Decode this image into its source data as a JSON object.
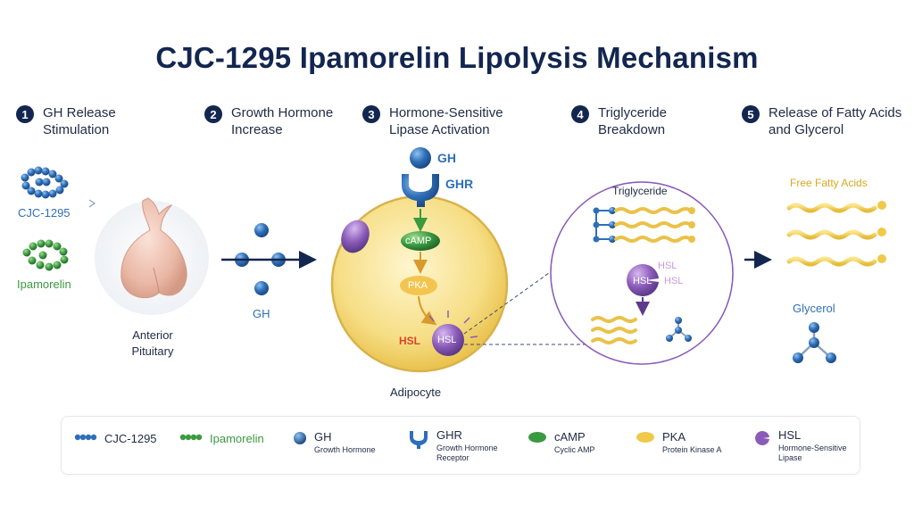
{
  "title": "CJC-1295 Ipamorelin Lipolysis Mechanism",
  "steps": [
    {
      "num": "1",
      "text": "GH Release\nStimulation"
    },
    {
      "num": "2",
      "text": "Growth Hormone\nIncrease"
    },
    {
      "num": "3",
      "text": "Hormone-Sensitive\nLipase Activation"
    },
    {
      "num": "4",
      "text": "Triglyceride\nBreakdown"
    },
    {
      "num": "5",
      "text": "Release of Fatty Acids\nand Glycerol"
    }
  ],
  "labels": {
    "cjc": "CJC-1295",
    "ipamorelin": "Ipamorelin",
    "anterior_pituitary": "Anterior\nPituitary",
    "gh": "GH",
    "gh_top": "GH",
    "ghr": "GHR",
    "camp": "cAMP",
    "pka": "PKA",
    "hsl_cell": "HSL",
    "hsl_outer": "HSL",
    "adipocyte": "Adipocyte",
    "triglyceride": "Triglyceride",
    "hsl_zoom": "HSL",
    "hsl_zoom_a": "HSL",
    "hsl_zoom_b": "HSL",
    "free_fatty_acids": "Free Fatty Acids",
    "glycerol": "Glycerol"
  },
  "legend": [
    {
      "icon": "cjc-chain-icon",
      "name": "CJC-1295",
      "sub": ""
    },
    {
      "icon": "ipamorelin-chain-icon",
      "name": "Ipamorelin",
      "sub": ""
    },
    {
      "icon": "gh-sphere-icon",
      "name": "GH",
      "sub": "Growth Hormone"
    },
    {
      "icon": "ghr-receptor-icon",
      "name": "GHR",
      "sub": "Growth Hormone\nReceptor"
    },
    {
      "icon": "camp-oval-icon",
      "name": "cAMP",
      "sub": "Cyclic AMP"
    },
    {
      "icon": "pka-oval-icon",
      "name": "PKA",
      "sub": "Protein Kinase A"
    },
    {
      "icon": "hsl-enzyme-icon",
      "name": "HSL",
      "sub": "Hormone-Sensitive\nLipase"
    }
  ],
  "colors": {
    "navy": "#12264f",
    "blue": "#2f6fb8",
    "green": "#3a9a3f",
    "yellow": "#f0c94a",
    "purple": "#8a5bb8"
  }
}
